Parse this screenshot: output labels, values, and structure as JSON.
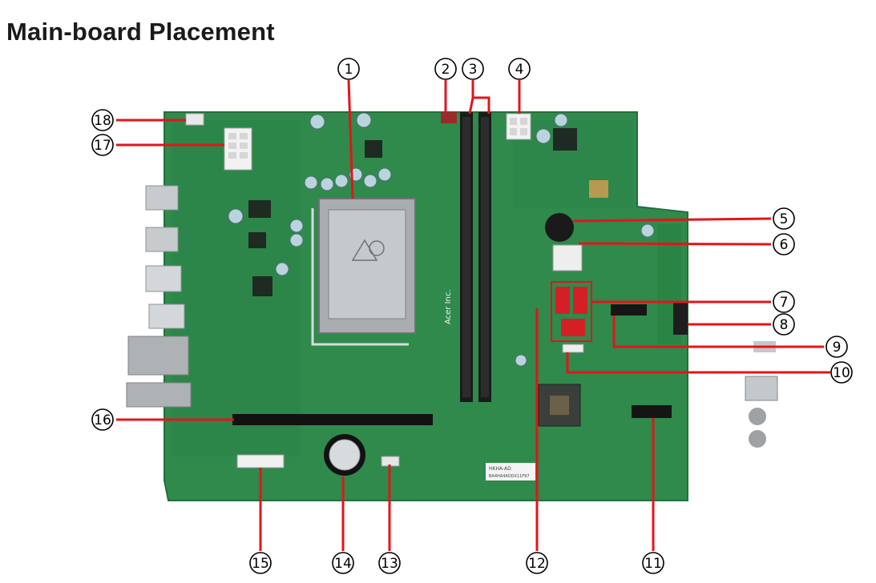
{
  "title": "Main-board Placement",
  "board_text": {
    "vendor": "Acer Inc.",
    "model": "HKHA-AD",
    "serial": "BA4HA4ADDX11F97"
  },
  "callouts": [
    {
      "id": 1,
      "label": "1"
    },
    {
      "id": 2,
      "label": "2"
    },
    {
      "id": 3,
      "label": "3"
    },
    {
      "id": 4,
      "label": "4"
    },
    {
      "id": 5,
      "label": "5"
    },
    {
      "id": 6,
      "label": "6"
    },
    {
      "id": 7,
      "label": "7"
    },
    {
      "id": 8,
      "label": "8"
    },
    {
      "id": 9,
      "label": "9"
    },
    {
      "id": 10,
      "label": "10"
    },
    {
      "id": 11,
      "label": "11"
    },
    {
      "id": 12,
      "label": "12"
    },
    {
      "id": 13,
      "label": "13"
    },
    {
      "id": 14,
      "label": "14"
    },
    {
      "id": 15,
      "label": "15"
    },
    {
      "id": 16,
      "label": "16"
    },
    {
      "id": 17,
      "label": "17"
    },
    {
      "id": 18,
      "label": "18"
    }
  ],
  "colors": {
    "board": "#2f8a4c",
    "board_dark": "#246f3c",
    "leader": "#e3141b",
    "slot": "#1b1b1b",
    "metal": "#bfc3c6"
  }
}
